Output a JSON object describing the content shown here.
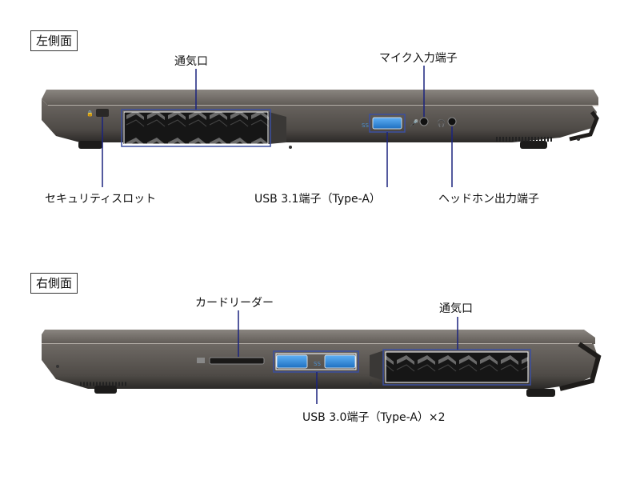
{
  "left_side": {
    "title": "左側面",
    "labels": {
      "vent": "通気口",
      "mic": "マイク入力端子",
      "security": "セキュリティスロット",
      "usb": "USB 3.1端子（Type-A）",
      "headphone": "ヘッドホン出力端子"
    }
  },
  "right_side": {
    "title": "右側面",
    "labels": {
      "card_reader": "カードリーダー",
      "vent": "通気口",
      "usb": "USB 3.0端子（Type-A）×2"
    }
  },
  "colors": {
    "callout_line": "#1a237e",
    "highlight_box": "#3b4fa0",
    "chassis_top": "#6b6661",
    "chassis_side": "#5a5550",
    "chassis_bottom": "#2a2826",
    "usb_blue": "#2f8fe0"
  }
}
